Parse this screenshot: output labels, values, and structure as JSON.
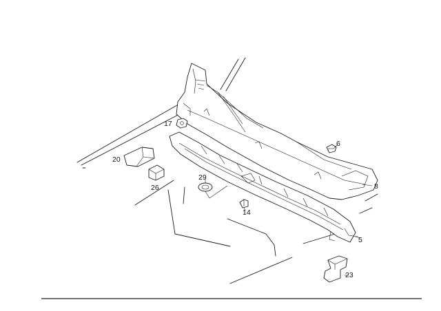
{
  "diagram": {
    "type": "exploded-parts-drawing",
    "line_color": "#1a1a1a",
    "background": "#ffffff",
    "labels": [
      "17",
      "6",
      "20",
      "29",
      "26",
      "8",
      "14",
      "5",
      "23"
    ]
  }
}
